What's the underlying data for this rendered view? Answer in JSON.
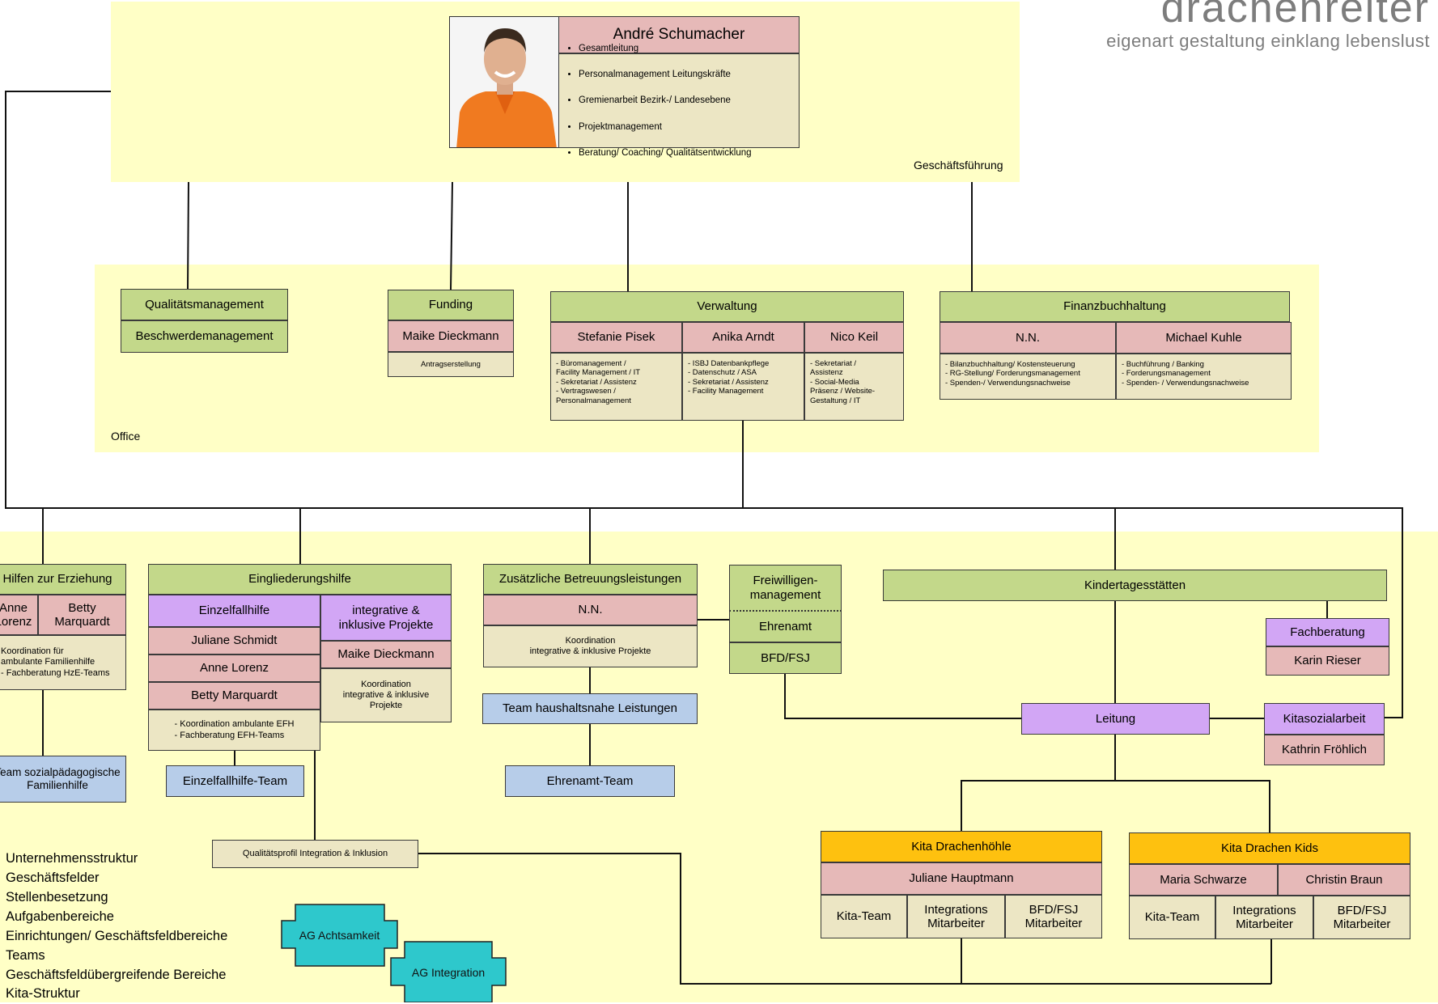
{
  "brand": {
    "logo_text": "drachenreiter",
    "tagline": "eigenart  gestaltung  einklang  lebenslust",
    "colors": {
      "zone": "#ffffc6",
      "green": "#c3d88a",
      "pink": "#e6b9b8",
      "beige": "#ece6c4",
      "violet": "#d2a6f5",
      "blue": "#b7cde9",
      "orange": "#fec10f",
      "teal": "#2ec8cc"
    }
  },
  "gf": {
    "name": "André Schumacher",
    "tasks": [
      "Gesamtleitung",
      "Personalmanagement Leitungskräfte",
      "Gremienarbeit Bezirk-/ Landesebene",
      "Projektmanagement",
      "Beratung/ Coaching/ Qualitätsentwicklung"
    ],
    "zone_label": "Geschäftsführung"
  },
  "office": {
    "zone_label": "Office",
    "qm": {
      "title": "Qualitätsmanagement",
      "sub": "Beschwerdemanagement"
    },
    "funding": {
      "title": "Funding",
      "person": "Maike Dieckmann",
      "task": "Antragserstellung"
    },
    "verwaltung": {
      "title": "Verwaltung",
      "people": [
        {
          "name": "Stefanie Pisek",
          "tasks": "- Büromanagement /\nFacility Management / IT\n- Sekretariat / Assistenz\n- Vertragswesen /\nPersonalmanagement"
        },
        {
          "name": "Anika Arndt",
          "tasks": "- ISBJ Datenbankpflege\n- Datenschutz / ASA\n- Sekretariat / Assistenz\n- Facility Management"
        },
        {
          "name": "Nico Keil",
          "tasks": "- Sekretariat /\nAssistenz\n- Social-Media\nPräsenz / Website-\nGestaltung / IT"
        }
      ]
    },
    "finanz": {
      "title": "Finanzbuchhaltung",
      "people": [
        {
          "name": "N.N.",
          "tasks": "- Bilanzbuchhaltung/ Kostensteuerung\n- RG-Stellung/ Forderungsmanagement\n- Spenden-/ Verwendungsnachweise"
        },
        {
          "name": "Michael Kuhle",
          "tasks": "- Buchführung / Banking\n- Forderungsmanagement\n- Spenden- / Verwendungsnachweise"
        }
      ]
    }
  },
  "hze": {
    "title": "Hilfen zur Erziehung",
    "person1": "Anne\nLorenz",
    "person2": "Betty\nMarquardt",
    "tasks": "Koordination für\nambulante Familienhilfe\n- Fachberatung HzE-Teams",
    "team": "Team sozialpädagogische\nFamilienhilfe"
  },
  "eh": {
    "title": "Eingliederungshilfe",
    "efh_title": "Einzelfallhilfe",
    "efh_people": [
      "Juliane Schmidt",
      "Anne Lorenz",
      "Betty Marquardt"
    ],
    "efh_tasks": "- Koordination ambulante EFH\n- Fachberatung EFH-Teams",
    "efh_team": "Einzelfallhilfe-Team",
    "ip_title": "integrative &\ninklusive Projekte",
    "ip_person": "Maike Dieckmann",
    "ip_tasks": "Koordination\nintegrative & inklusive\nProjekte",
    "qp": "Qualitätsprofil Integration & Inklusion"
  },
  "zb": {
    "title": "Zusätzliche Betreuungsleistungen",
    "person": "N.N.",
    "tasks": "Koordination\nintegrative & inklusive Projekte",
    "team1": "Team haushaltsnahe Leistungen",
    "team2": "Ehrenamt-Team"
  },
  "fw": {
    "title": "Freiwilligen-\nmanagement",
    "item1": "Ehrenamt",
    "item2": "BFD/FSJ"
  },
  "kita": {
    "title": "Kindertagesstätten",
    "fachberatung": {
      "title": "Fachberatung",
      "person": "Karin Rieser"
    },
    "leitung": "Leitung",
    "sozial": {
      "title": "Kitasozialarbeit",
      "person": "Kathrin Fröhlich"
    },
    "kita1": {
      "name": "Kita Drachenhöhle",
      "leads": [
        "Juliane Hauptmann"
      ],
      "teams": [
        "Kita-Team",
        "Integrations\nMitarbeiter",
        "BFD/FSJ\nMitarbeiter"
      ]
    },
    "kita2": {
      "name": "Kita Drachen Kids",
      "leads": [
        "Maria Schwarze",
        "Christin Braun"
      ],
      "teams": [
        "Kita-Team",
        "Integrations\nMitarbeiter",
        "BFD/FSJ\nMitarbeiter"
      ]
    }
  },
  "ag": {
    "ag1": "AG Achtsamkeit",
    "ag2": "AG Integration"
  },
  "legend": [
    "Unternehmensstruktur",
    "Geschäftsfelder",
    "Stellenbesetzung",
    "Aufgabenbereiche",
    "Einrichtungen/ Geschäftsfeldbereiche",
    "Teams",
    "Geschäftsfeldübergreifende Bereiche",
    "Kita-Struktur"
  ]
}
